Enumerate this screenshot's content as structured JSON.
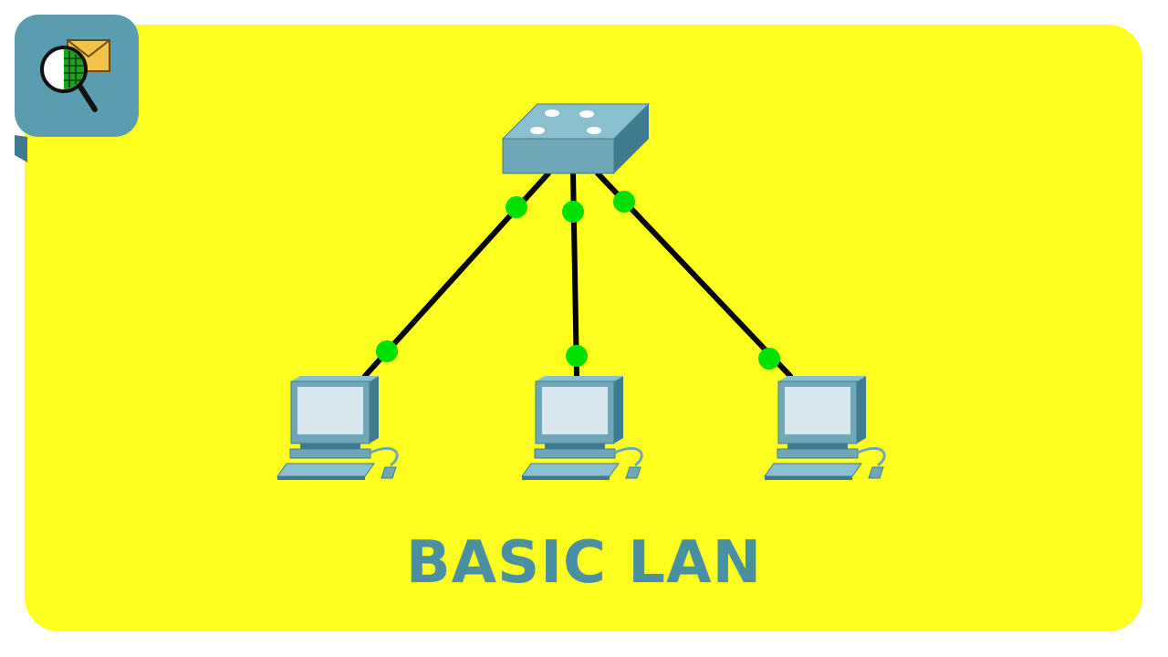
{
  "title": "BASIC LAN",
  "colors": {
    "background": "#FFFF20",
    "frame": "#FFFFFF",
    "badge": "#5B9DB0",
    "badge_shadow": "#3F7C8E",
    "title": "#4A8FA2",
    "cable": "#000000",
    "link_light": "#00E000",
    "device_face": "#6FA7B8",
    "device_top": "#8ABFCF",
    "device_side": "#3F7C8E",
    "screen": "#D8E6EE",
    "port_light": "#FFFFFF"
  },
  "icons": {
    "logo": "magnifier-envelope-logo-icon",
    "switch": "network-switch-icon",
    "computer": "desktop-computer-icon"
  },
  "nodes": {
    "switch": {
      "label": ""
    },
    "computers": [
      {
        "label": ""
      },
      {
        "label": ""
      },
      {
        "label": ""
      }
    ]
  },
  "links": [
    {
      "from": "switch",
      "to": "computer-1",
      "status": "up"
    },
    {
      "from": "switch",
      "to": "computer-2",
      "status": "up"
    },
    {
      "from": "switch",
      "to": "computer-3",
      "status": "up"
    }
  ]
}
